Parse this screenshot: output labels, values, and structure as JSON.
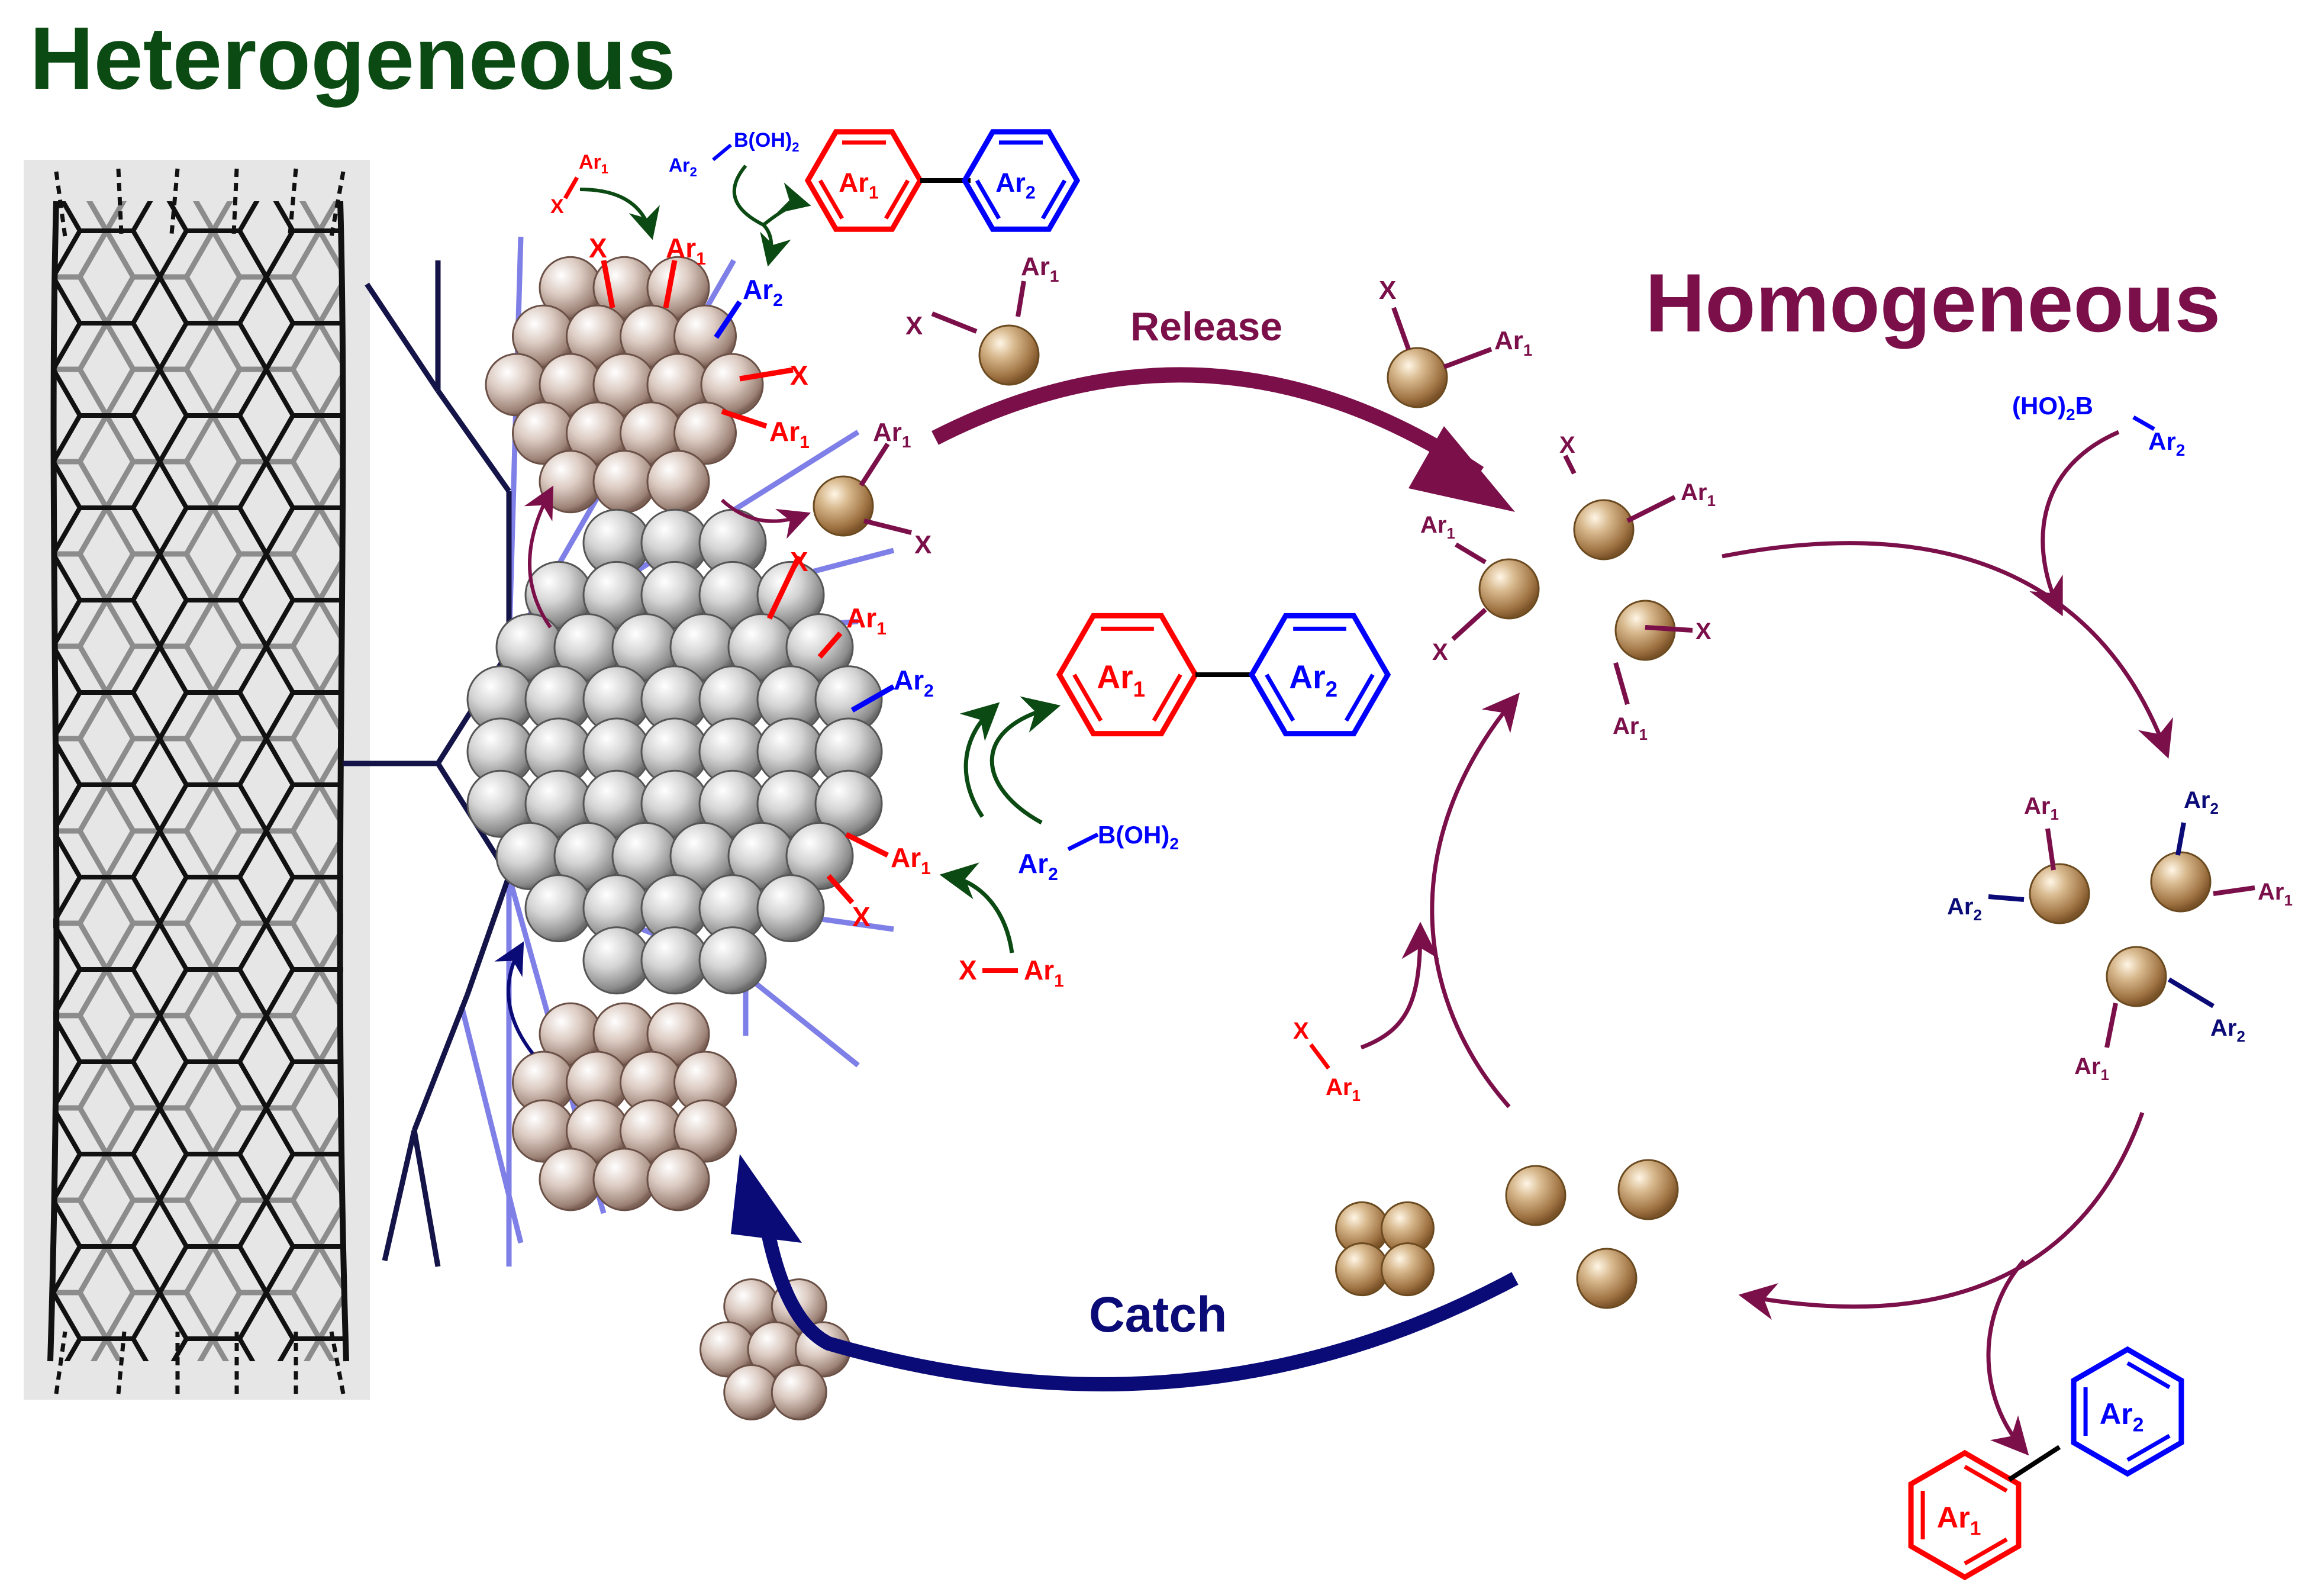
{
  "titles": {
    "left": "Heterogeneous",
    "right": "Homogeneous"
  },
  "arrows": {
    "release": "Release",
    "catch": "Catch"
  },
  "labels": {
    "ar1": "Ar",
    "ar1_sub": "1",
    "ar2": "Ar",
    "ar2_sub": "2",
    "x": "X",
    "boronic_tail": "B(OH)",
    "boronic_tail_sub": "2",
    "boronic_head": "(HO)",
    "boronic_head_sub": "2",
    "boronic_head_b": "B"
  },
  "colors": {
    "green_title": "#0b4a12",
    "maroon": "#7b0f4a",
    "navy": "#0b0b78",
    "red": "#ff0000",
    "blue": "#0000ff",
    "green_arrow": "#0b4a12",
    "dendrimer_light": "#7f7fe8",
    "dendrimer_dark": "#141448",
    "gold_sphere": "#b8956a",
    "silver_sphere": "#c8c8c8",
    "pink_sphere": "#d9c4b8",
    "tube_bg": "#e6e6e6"
  }
}
